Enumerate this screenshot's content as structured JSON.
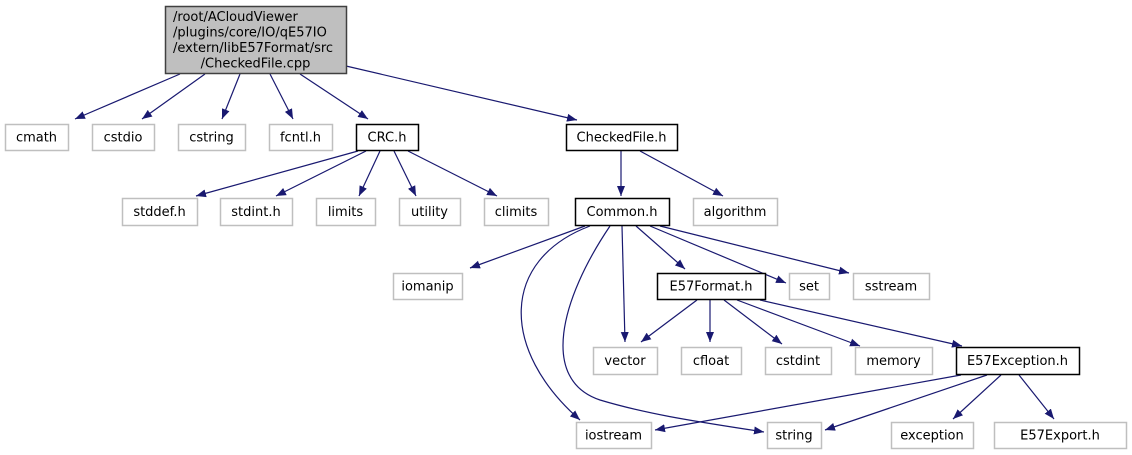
{
  "diagram": {
    "type": "include-dependency-graph",
    "colors": {
      "root_fill": "#bfbfbf",
      "root_border": "#404040",
      "documented_border": "#000000",
      "external_border": "#bfbfbf",
      "edge": "#191970"
    },
    "nodes": [
      {
        "id": "root",
        "label_lines": [
          "/root/ACloudViewer",
          "/plugins/core/IO/qE57IO",
          "/extern/libE57Format/src",
          "/CheckedFile.cpp"
        ],
        "kind": "root"
      },
      {
        "id": "cmath",
        "label_lines": [
          "cmath"
        ],
        "kind": "external"
      },
      {
        "id": "cstdio",
        "label_lines": [
          "cstdio"
        ],
        "kind": "external"
      },
      {
        "id": "cstring",
        "label_lines": [
          "cstring"
        ],
        "kind": "external"
      },
      {
        "id": "fcntl",
        "label_lines": [
          "fcntl.h"
        ],
        "kind": "external"
      },
      {
        "id": "crc",
        "label_lines": [
          "CRC.h"
        ],
        "kind": "documented"
      },
      {
        "id": "checkedfile",
        "label_lines": [
          "CheckedFile.h"
        ],
        "kind": "documented"
      },
      {
        "id": "stddef",
        "label_lines": [
          "stddef.h"
        ],
        "kind": "external"
      },
      {
        "id": "stdint",
        "label_lines": [
          "stdint.h"
        ],
        "kind": "external"
      },
      {
        "id": "limits",
        "label_lines": [
          "limits"
        ],
        "kind": "external"
      },
      {
        "id": "utility",
        "label_lines": [
          "utility"
        ],
        "kind": "external"
      },
      {
        "id": "climits",
        "label_lines": [
          "climits"
        ],
        "kind": "external"
      },
      {
        "id": "common",
        "label_lines": [
          "Common.h"
        ],
        "kind": "documented"
      },
      {
        "id": "algorithm",
        "label_lines": [
          "algorithm"
        ],
        "kind": "external"
      },
      {
        "id": "iomanip",
        "label_lines": [
          "iomanip"
        ],
        "kind": "external"
      },
      {
        "id": "e57format",
        "label_lines": [
          "E57Format.h"
        ],
        "kind": "documented"
      },
      {
        "id": "set",
        "label_lines": [
          "set"
        ],
        "kind": "external"
      },
      {
        "id": "sstream",
        "label_lines": [
          "sstream"
        ],
        "kind": "external"
      },
      {
        "id": "vector",
        "label_lines": [
          "vector"
        ],
        "kind": "external"
      },
      {
        "id": "cfloat",
        "label_lines": [
          "cfloat"
        ],
        "kind": "external"
      },
      {
        "id": "cstdint",
        "label_lines": [
          "cstdint"
        ],
        "kind": "external"
      },
      {
        "id": "memory",
        "label_lines": [
          "memory"
        ],
        "kind": "external"
      },
      {
        "id": "e57exception",
        "label_lines": [
          "E57Exception.h"
        ],
        "kind": "documented"
      },
      {
        "id": "iostream",
        "label_lines": [
          "iostream"
        ],
        "kind": "external"
      },
      {
        "id": "string",
        "label_lines": [
          "string"
        ],
        "kind": "external"
      },
      {
        "id": "exception",
        "label_lines": [
          "exception"
        ],
        "kind": "external"
      },
      {
        "id": "e57export",
        "label_lines": [
          "E57Export.h"
        ],
        "kind": "external"
      }
    ],
    "edges": [
      {
        "from": "root",
        "to": "cmath"
      },
      {
        "from": "root",
        "to": "cstdio"
      },
      {
        "from": "root",
        "to": "cstring"
      },
      {
        "from": "root",
        "to": "fcntl"
      },
      {
        "from": "root",
        "to": "crc"
      },
      {
        "from": "root",
        "to": "checkedfile"
      },
      {
        "from": "crc",
        "to": "stddef"
      },
      {
        "from": "crc",
        "to": "stdint"
      },
      {
        "from": "crc",
        "to": "limits"
      },
      {
        "from": "crc",
        "to": "utility"
      },
      {
        "from": "crc",
        "to": "climits"
      },
      {
        "from": "checkedfile",
        "to": "common"
      },
      {
        "from": "checkedfile",
        "to": "algorithm"
      },
      {
        "from": "common",
        "to": "iomanip"
      },
      {
        "from": "common",
        "to": "e57format"
      },
      {
        "from": "common",
        "to": "set"
      },
      {
        "from": "common",
        "to": "sstream"
      },
      {
        "from": "common",
        "to": "vector"
      },
      {
        "from": "common",
        "to": "iostream"
      },
      {
        "from": "common",
        "to": "string"
      },
      {
        "from": "e57format",
        "to": "vector"
      },
      {
        "from": "e57format",
        "to": "cfloat"
      },
      {
        "from": "e57format",
        "to": "cstdint"
      },
      {
        "from": "e57format",
        "to": "memory"
      },
      {
        "from": "e57format",
        "to": "e57exception"
      },
      {
        "from": "e57exception",
        "to": "iostream"
      },
      {
        "from": "e57exception",
        "to": "string"
      },
      {
        "from": "e57exception",
        "to": "exception"
      },
      {
        "from": "e57exception",
        "to": "e57export"
      }
    ]
  }
}
